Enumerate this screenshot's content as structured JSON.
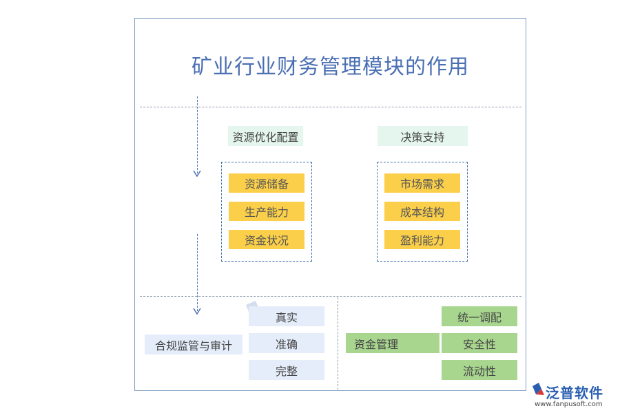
{
  "title": "矿业行业财务管理模块的作用",
  "sections": {
    "resource": {
      "header": "资源优化配置",
      "items": [
        "资源储备",
        "生产能力",
        "资金状况"
      ]
    },
    "decision": {
      "header": "决策支持",
      "items": [
        "市场需求",
        "成本结构",
        "盈利能力"
      ]
    },
    "compliance": {
      "label": "合规监管与审计",
      "items": [
        "真实",
        "准确",
        "完整"
      ]
    },
    "funds": {
      "label": "资金管理",
      "items": [
        "统一调配",
        "安全性",
        "流动性"
      ]
    }
  },
  "logo": {
    "name": "泛普软件",
    "url": "www.fanpusoft.com",
    "icon": "fanpu-logo-icon"
  },
  "colors": {
    "title": "#4a6fb3",
    "yellow": "#fbcf4a",
    "green": "#a8d68f",
    "mint": "#e5f6ee",
    "lightblue": "#e5edfa"
  }
}
